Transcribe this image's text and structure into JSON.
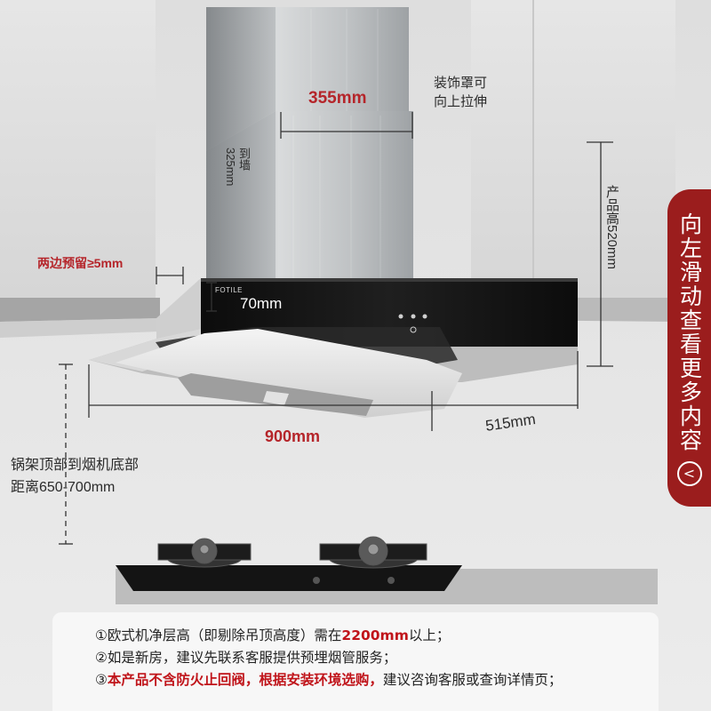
{
  "brand": {
    "logo_text": "FOTILE"
  },
  "dimensions": {
    "top_width": "355mm",
    "cover_note_line1": "装饰罩可",
    "cover_note_line2": "向上拉伸",
    "wall_depth": "到墙\n325mm",
    "side_clearance": "两边预留≥5mm",
    "panel_height": "70mm",
    "product_height": "产品高520mm",
    "width": "900mm",
    "depth": "515mm",
    "cooktop_distance_line1": "锅架顶部到烟机底部",
    "cooktop_distance_line2": "距离650-700mm"
  },
  "side_tab": {
    "label": "向左滑动查看更多内容",
    "arrow": "<"
  },
  "notes": {
    "n1_prefix": "①欧式机净层高（即剔除吊顶高度）需在",
    "n1_highlight": "2200mm",
    "n1_suffix": "以上；",
    "n2": "②如是新房，建议先联系客服提供预埋烟管服务；",
    "n3_prefix": "③",
    "n3_highlight": "本产品不含防火止回阀，根据安装环境选购，",
    "n3_suffix": "建议咨询客服或查询详情页；"
  },
  "colors": {
    "accent_red": "#b5252a",
    "tab_bg": "#9b1d1d",
    "steel": "#b9bcbe",
    "glass": "#141414"
  }
}
